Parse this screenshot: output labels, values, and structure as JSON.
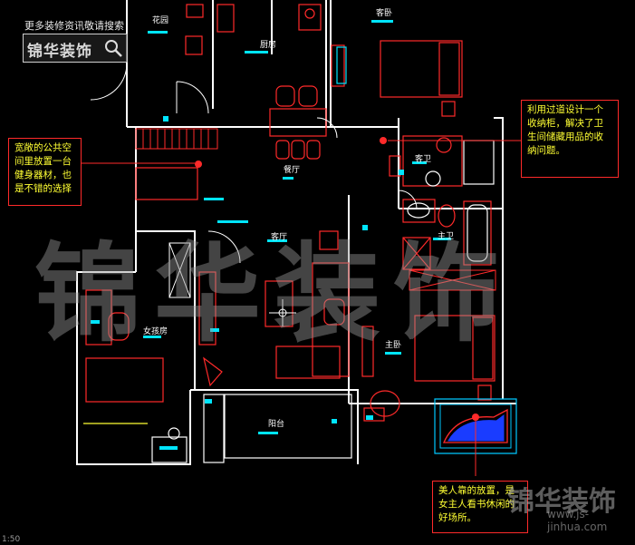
{
  "header": {
    "note": "更多装修资讯敬请搜索",
    "logo": "锦华装饰"
  },
  "rooms": {
    "garden": "花园",
    "kitchen": "厨房",
    "guest_bedroom": "客卧",
    "dining": "餐厅",
    "guest_bath": "客卫",
    "living": "客厅",
    "master_bath": "主卫",
    "girl_room": "女孩房",
    "master_bedroom": "主卧",
    "balcony": "阳台"
  },
  "callouts": {
    "left": "宽敞的公共空间里放置一台健身器材，也是不错的选择",
    "right": "利用过道设计一个收纳柜，解决了卫生间储藏用品的收纳问题。",
    "bottom": "美人靠的放置，是女主人看书休闲的好场所。"
  },
  "watermark": {
    "big": "锦华装饰",
    "small": "锦华装饰",
    "url": "www.js-jinhua.com"
  },
  "scale_text": "1:50",
  "colors": {
    "wall": "#ffffff",
    "furniture": "#ff2a2a",
    "tag": "#00e5ff",
    "callout_text": "#ffff33",
    "balcony_rail": "#00c8ff"
  }
}
